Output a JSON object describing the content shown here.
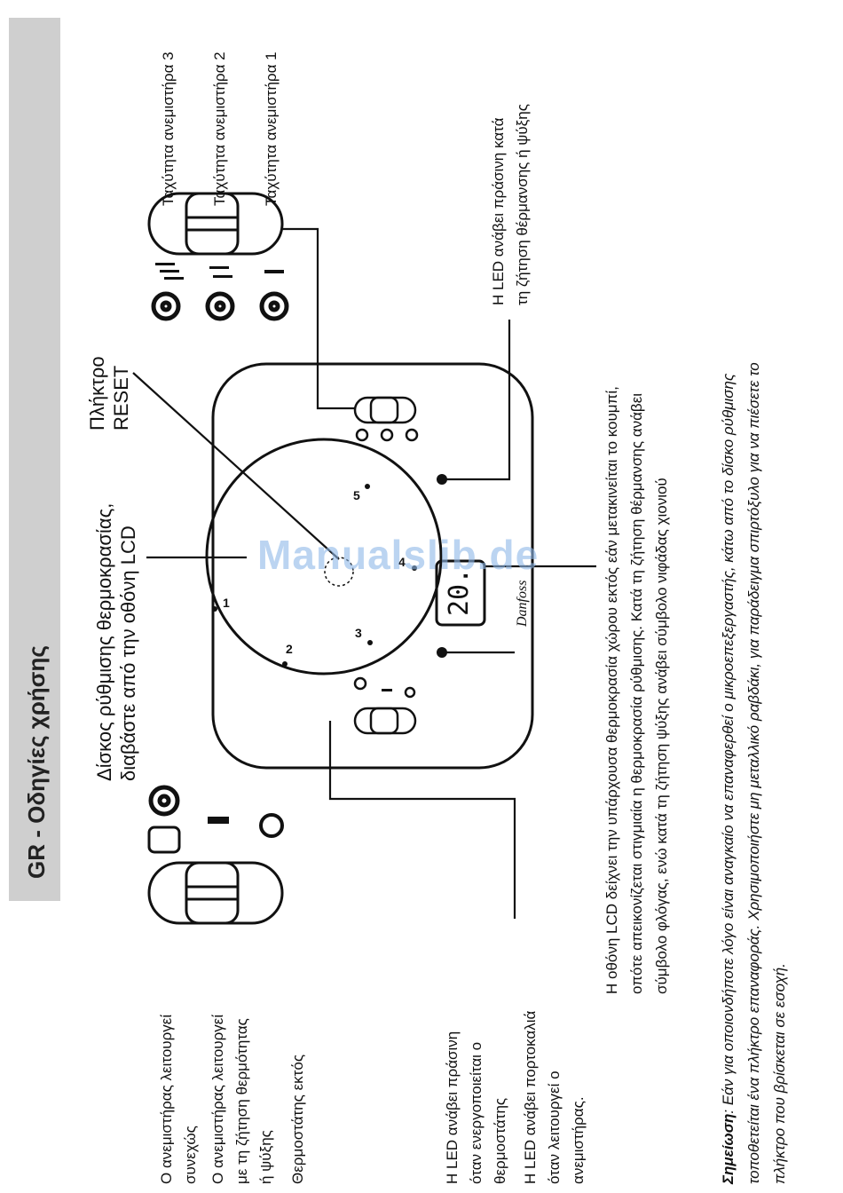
{
  "header": {
    "title": "GR - Οδηγίες χρήσης"
  },
  "labels": {
    "fan_continuous": [
      "Ο ανεμιστήρας λειτουργεί",
      "συνεχώς"
    ],
    "fan_on_demand": [
      "Ο ανεμιστήρας λειτουργεί",
      "με τη ζήτηση θερμότητας",
      "ή ψύξης"
    ],
    "thermostat_off": "Θερμοστάτης εκτός",
    "led_green": [
      "Η LED ανάβει πράσινη",
      "όταν ενεργοποιείται ο",
      "θερμοστάτης"
    ],
    "led_orange": [
      "Η LED ανάβει πορτοκαλιά",
      "όταν λειτουργεί ο",
      "ανεμιστήρας."
    ],
    "dial": [
      "Δίσκος ρύθμισης θερμοκρασίας,",
      "διαβάστε από την οθόνη LCD"
    ],
    "reset": [
      "Πλήκτρο",
      "RESET"
    ],
    "speed_3": "Ταχύτητα ανεμιστήρα 3",
    "speed_2": "Ταχύτητα ανεμιστήρα 2",
    "speed_1": "Ταχύτητα ανεμιστήρα 1",
    "led_heat_cool": [
      "Η LED ανάβει πράσινη κατά",
      "τη ζήτηση θέρμανσης ή ψύξης"
    ],
    "lcd_desc": [
      "Η οθόνη LCD δείχνει την υπάρχουσα θερμοκρασία χώρου εκτός εάν μετακινείται το κουμπί,",
      "οπότε απεικονίζεται στιγμιαία η θερμοκρασία ρύθμισης. Κατά τη ζήτηση θέρμανσης ανάβει",
      "σύμβολο φλόγας, ενώ κατά τη ζήτηση ψύξης ανάβει σύμβολο νιφάδας χιονιού"
    ]
  },
  "note": {
    "label": "Σημείωση",
    "lines": [
      ": Εάν για οποιονδήποτε λόγο είναι αναγκαίο να επαναφερθεί ο μικροεπεξεργαστής, κάτω από το δίσκο ρύθμισης",
      "τοποθετείται ένα πλήκτρο επαναφοράς. Χρησιμοποιήστε μη μεταλλικό ραβδάκι, για παράδειγμα σπιρτόξυλο για να πιέσετε το",
      "πλήκτρο που βρίσκεται σε εσοχή."
    ]
  },
  "device": {
    "dial_marks": [
      "1",
      "2",
      "3",
      "4",
      "5"
    ],
    "lcd_reading": "20.",
    "logo": "Danfoss",
    "mode_off": "O",
    "mode_on": "I"
  },
  "watermark": "Manualslib.de"
}
